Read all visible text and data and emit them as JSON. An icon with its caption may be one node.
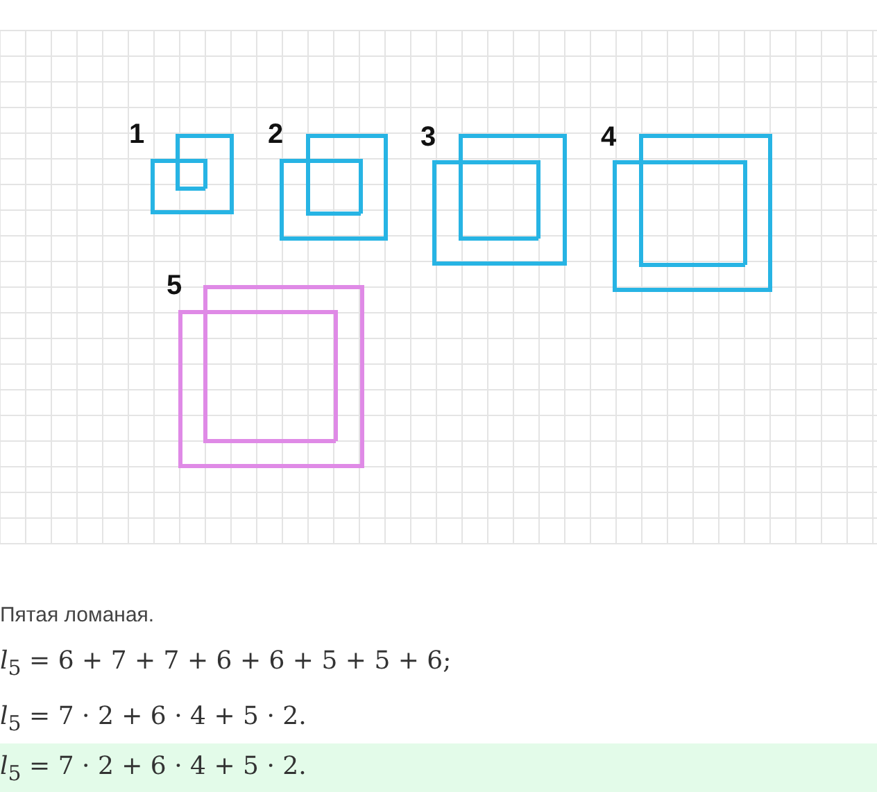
{
  "diagram": {
    "labels": [
      "1",
      "2",
      "3",
      "4",
      "5",
      "Пятая ломаная.",
      "*l*$_{5}$ = 6 + 7 + 7 + 6 + 6 + 5 + 5 + 6;",
      "*l*$_{5}$ = 7 · 2 + 6 · 4 + 5 · 2.",
      "*l*$_{5}$ = 7 · 2 + 6 · 4 + 5 · 2."
    ]
  }
}
